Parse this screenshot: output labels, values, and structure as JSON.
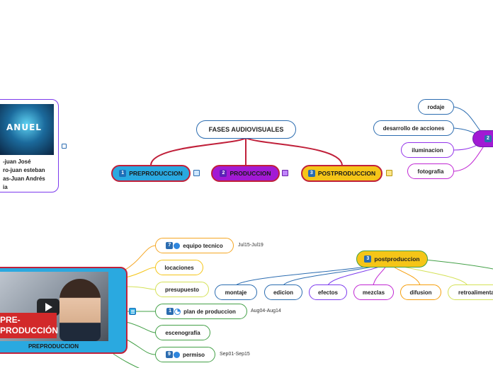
{
  "central": {
    "title": "FASES AUDIOVISUALES"
  },
  "phases": [
    {
      "num": "1",
      "label": "PREPRODUCCION",
      "color": "#2aa9e0"
    },
    {
      "num": "2",
      "label": "PRODUCCION",
      "color": "#a21ad4"
    },
    {
      "num": "3",
      "label": "POSTPRODUCCION",
      "color": "#f5c518"
    }
  ],
  "production_topics": [
    "rodaje",
    "desarrollo de acciones",
    "iluminacion",
    "fotografia"
  ],
  "production_num": "2",
  "left_card": {
    "image_text": "ANUEL",
    "lines": [
      "-juan José",
      "ro-juan esteban",
      "as-Juan Andrés",
      "ia"
    ]
  },
  "preproduction_block": {
    "image_caption_lines": [
      "PRE-",
      "PRODUCCIÓN"
    ],
    "label": "PREPRODUCCION"
  },
  "preproduction_items": [
    {
      "label": "equipo tecnico",
      "num": "7",
      "date": "Jul15-Jul19",
      "progress": 1.0
    },
    {
      "label": "locaciones"
    },
    {
      "label": "presupuesto"
    },
    {
      "label": "plan de produccion",
      "num": "1",
      "date": "Aug04-Aug14",
      "progress": 0.25
    },
    {
      "label": "escenografía"
    },
    {
      "label": "permiso",
      "num": "9",
      "date": "Sep01-Sep15",
      "progress": 1.0
    }
  ],
  "postproduction": {
    "num": "3",
    "label": "postproduccion",
    "items": [
      "montaje",
      "edicion",
      "efectos",
      "mezclas",
      "difusion",
      "retroalimentacion"
    ],
    "colors": [
      "#2b6cb0",
      "#2b6cb0",
      "#7c3aed",
      "#c026d3",
      "#f59e0b",
      "#d4e157"
    ]
  }
}
